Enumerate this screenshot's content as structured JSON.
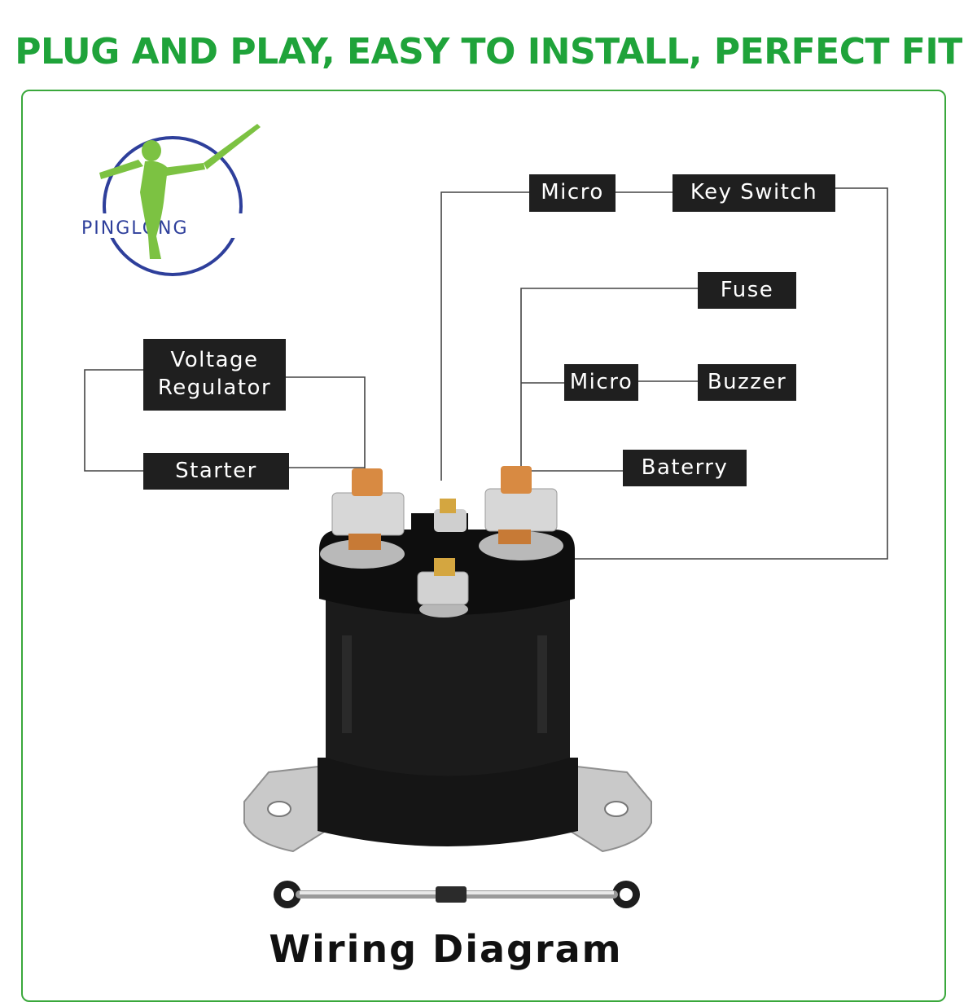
{
  "headline": "PLUG AND PLAY, EASY TO INSTALL, PERFECT FIT",
  "logo": {
    "text": "PINGLONG",
    "ring_color": "#2e3f9b",
    "figure_color": "#7cc242"
  },
  "labels": {
    "micro_top": "Micro",
    "key_switch": "Key Switch",
    "fuse": "Fuse",
    "micro_mid": "Micro",
    "buzzer": "Buzzer",
    "battery": "Baterry",
    "voltage_regulator": "Voltage Regulator",
    "starter": "Starter"
  },
  "caption": "Wiring Diagram",
  "colors": {
    "accent": "#1fa33a",
    "label_bg": "#1f1f1f",
    "wire": "#444444"
  }
}
